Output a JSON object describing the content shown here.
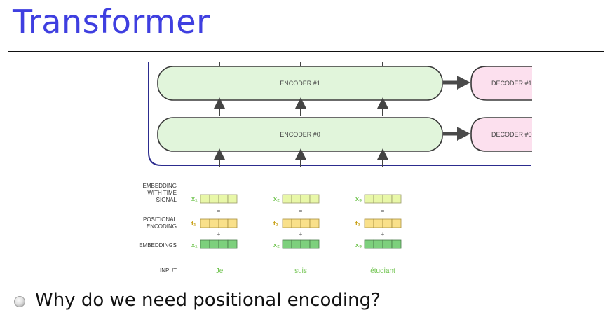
{
  "slide": {
    "title": "Transformer",
    "bullet": "Why do we need positional encoding?"
  },
  "diagram": {
    "encoders": [
      "ENCODER #1",
      "ENCODER #0"
    ],
    "decoders": [
      "DECODER #1",
      "DECODER #0"
    ],
    "row_labels": {
      "embedding_time_signal": [
        "EMBEDDING",
        "WITH TIME",
        "SIGNAL"
      ],
      "positional_encoding": [
        "POSITIONAL",
        "ENCODING"
      ],
      "embeddings": "EMBEDDINGS",
      "input": "INPUT"
    },
    "operators": {
      "equals": "=",
      "plus": "+"
    },
    "tokens": [
      {
        "word": "Je",
        "x_label": "x₁",
        "t_label": "t₁"
      },
      {
        "word": "suis",
        "x_label": "x₂",
        "t_label": "t₂"
      },
      {
        "word": "étudiant",
        "x_label": "x₃",
        "t_label": "t₃"
      }
    ],
    "colors": {
      "encoder_fill": "#e1f5db",
      "decoder_fill": "#fce0ee",
      "time_signal_cell": "#e8f7a8",
      "positional_cell": "#f9e08a",
      "embedding_cell": "#7dd07d",
      "x_label": "#6cc24a",
      "t_label": "#c9a21a",
      "input_word": "#6cc24a",
      "title": "#3f3fe0"
    }
  }
}
